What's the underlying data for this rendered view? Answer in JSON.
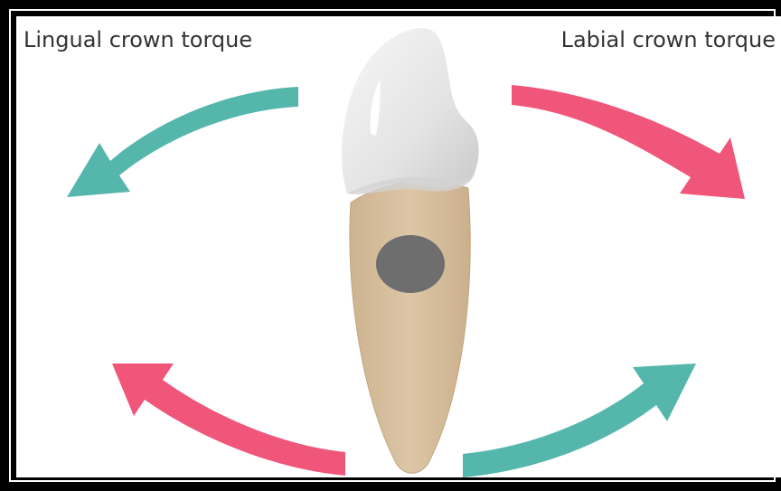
{
  "labels": {
    "lingual": "Lingual crown torque",
    "labial": "Labial crown torque"
  },
  "colors": {
    "teal": "#55b7ab",
    "pink": "#f0567a",
    "root": "#d9c3a1",
    "crown": "#e9e9e9",
    "center": "#6e6e6e"
  },
  "icons": {
    "tooth": "tooth-illustration",
    "top_left_arrow": "curved-arrow-teal",
    "top_right_arrow": "curved-arrow-pink",
    "bottom_left_arrow": "curved-arrow-pink",
    "bottom_right_arrow": "curved-arrow-teal"
  }
}
